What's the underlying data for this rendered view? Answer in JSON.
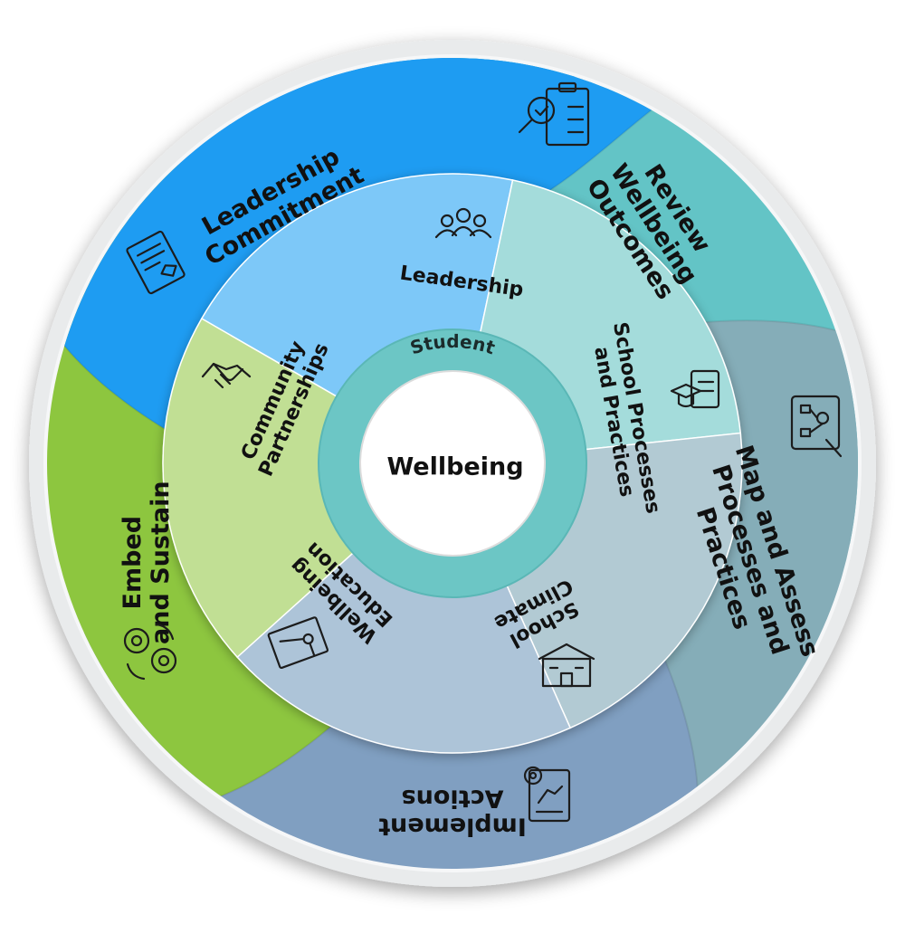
{
  "center": {
    "ring_label": "Student",
    "label": "Wellbeing"
  },
  "inner_segments": [
    {
      "id": "leadership",
      "label": "Leadership",
      "icon": "people-group-icon",
      "color": "#7dc8f8"
    },
    {
      "id": "school-processes",
      "lines": [
        "School Processes",
        "and Practices"
      ],
      "icon": "graduation-documents-icon",
      "color": "#a4dcdb"
    },
    {
      "id": "school-climate",
      "lines": [
        "School",
        "Climate"
      ],
      "icon": "school-building-icon",
      "color": "#b2cad3"
    },
    {
      "id": "wellbeing-education",
      "lines": [
        "Wellbeing",
        "Education"
      ],
      "icon": "teacher-whiteboard-icon",
      "color": "#adc4d8"
    },
    {
      "id": "community-partnerships",
      "lines": [
        "Community",
        "Partnerships"
      ],
      "icon": "handshake-icon",
      "color": "#c1df94"
    }
  ],
  "outer_segments": [
    {
      "id": "leadership-commitment",
      "lines": [
        "Leadership",
        "Commitment"
      ],
      "icon": "signed-document-icon",
      "color": "#1e9cf2"
    },
    {
      "id": "review-outcomes",
      "lines": [
        "Review",
        "Wellbeing",
        "Outcomes"
      ],
      "icon": "clipboard-magnifier-icon",
      "color": "#63c4c6"
    },
    {
      "id": "map-assess",
      "lines": [
        "Map and Assess",
        "Processes and",
        "Practices"
      ],
      "icon": "flowchart-tablet-icon",
      "color": "#85adb8"
    },
    {
      "id": "implement-actions",
      "lines": [
        "Implement",
        "Actions"
      ],
      "icon": "gear-chart-icon",
      "color": "#809fc1"
    },
    {
      "id": "embed-sustain",
      "lines": [
        "Embed",
        "and Sustain"
      ],
      "icon": "cycle-gears-icon",
      "color": "#8dc63f"
    }
  ],
  "colors": {
    "student_ring": "#6cc6c5",
    "center": "#ffffff",
    "rim": "#e9ebec",
    "text": "#111111"
  }
}
